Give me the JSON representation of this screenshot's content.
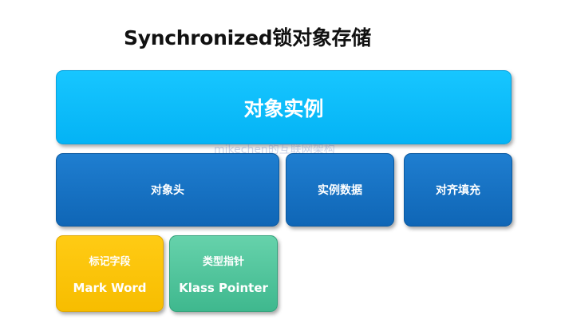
{
  "title": "Synchronized锁对象存储",
  "object_instance": "对象实例",
  "object_header": "对象头",
  "instance_data": "实例数据",
  "padding": "对齐填充",
  "mark_word": {
    "label": "标记字段",
    "sub": "Mark Word"
  },
  "klass_pointer": {
    "label": "类型指针",
    "sub": "Klass Pointer"
  },
  "watermark": "mikechen的互联网架构",
  "colors": {
    "instance": "#0bbcfb",
    "dark_box": "#1672c4",
    "mark_word": "#fbc40a",
    "klass_pointer": "#4fc49c"
  }
}
